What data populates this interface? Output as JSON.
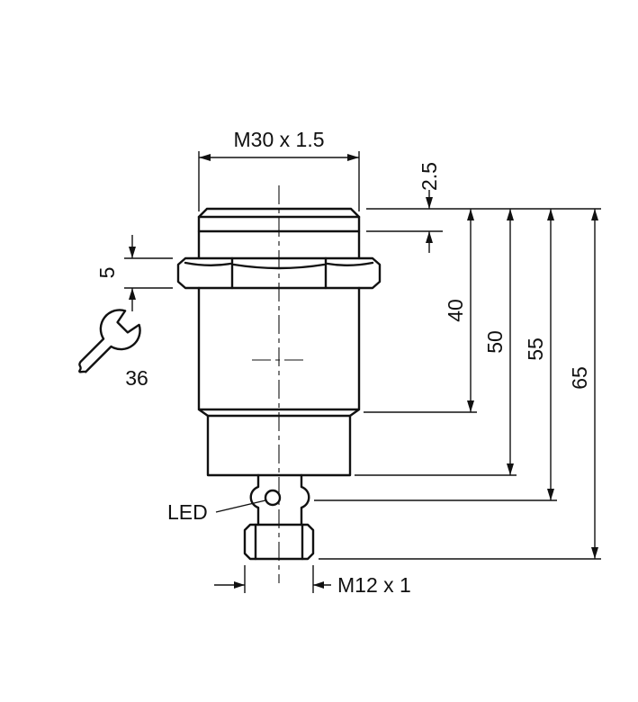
{
  "drawing": {
    "labels": {
      "thread_size_top": "M30 x 1.5",
      "head_height": "2.5",
      "nut_height": "5",
      "wrench_size": "36",
      "length_body": "40",
      "length_50": "50",
      "length_55": "55",
      "length_total": "65",
      "led": "LED",
      "connector_thread": "M12 x 1"
    },
    "colors": {
      "line": "#111111",
      "background": "#ffffff"
    }
  }
}
